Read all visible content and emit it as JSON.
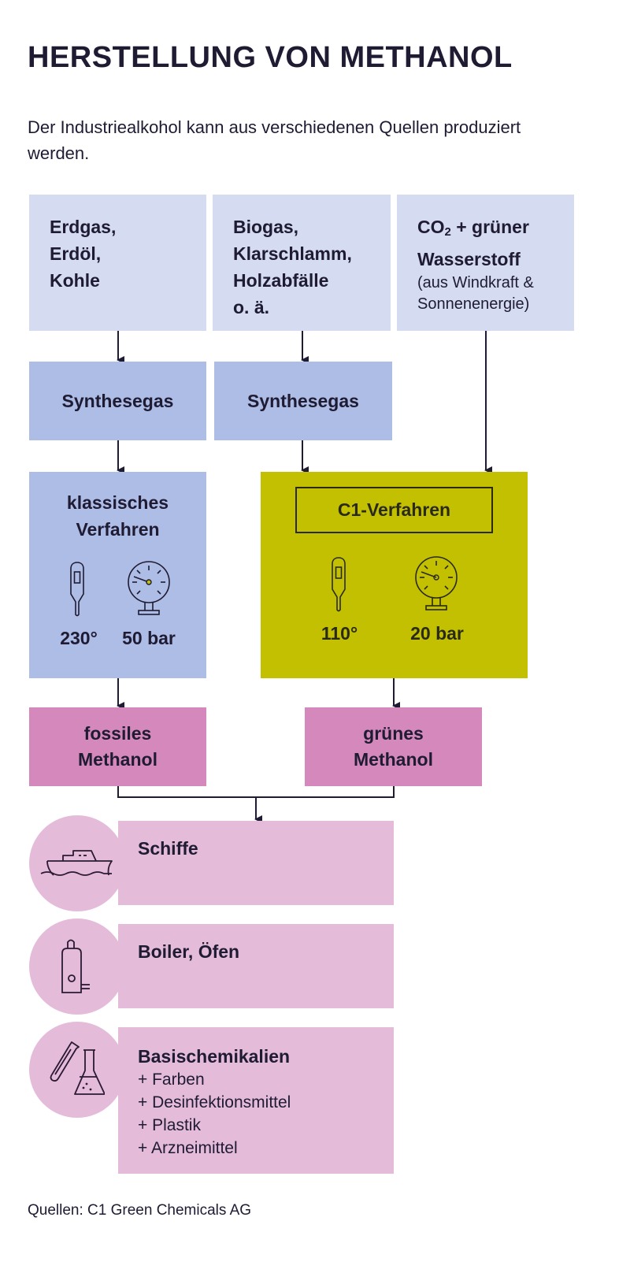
{
  "title": "HERSTELLUNG VON METHANOL",
  "intro": "Der Industriealkohol kann aus verschiedenen Quellen produziert werden.",
  "colors": {
    "source_box": "#d5dcf1",
    "synthesis_box": "#aebde6",
    "c1_process": "#c2c000",
    "methanol_box": "#d588bc",
    "use_box": "#e5bbda",
    "text": "#1e1b33"
  },
  "sources": [
    {
      "lines": [
        "Erdgas,",
        "Erdöl,",
        "Kohle"
      ]
    },
    {
      "lines": [
        "Biogas,",
        "Klarschlamm,",
        "Holzabfälle",
        "o. ä."
      ]
    },
    {
      "line1_prefix": "CO",
      "line1_sub": "2",
      "line1_suffix": " + grüner",
      "line2": "Wasserstoff",
      "note_lines": [
        "(aus Windkraft &",
        "Sonnenenergie)"
      ]
    }
  ],
  "synthesis": [
    {
      "label": "Synthesegas"
    },
    {
      "label": "Synthesegas"
    }
  ],
  "processes": {
    "classic": {
      "title_lines": [
        "klassisches",
        "Verfahren"
      ],
      "temperature": "230°",
      "pressure": "50 bar",
      "temperature_icon": "thermometer-icon",
      "pressure_icon": "pressure-gauge-icon"
    },
    "c1": {
      "title": "C1-Verfahren",
      "temperature": "110°",
      "pressure": "20 bar",
      "temperature_icon": "thermometer-icon",
      "pressure_icon": "pressure-gauge-icon"
    }
  },
  "products": [
    {
      "lines": [
        "fossiles",
        "Methanol"
      ]
    },
    {
      "lines": [
        "grünes",
        "Methanol"
      ]
    }
  ],
  "uses": [
    {
      "icon": "ship-icon",
      "title": "Schiffe",
      "items": []
    },
    {
      "icon": "boiler-icon",
      "title": "Boiler, Öfen",
      "items": []
    },
    {
      "icon": "lab-flask-icon",
      "title": "Basischemikalien",
      "items": [
        "+ Farben",
        "+ Desinfektionsmittel",
        "+ Plastik",
        "+ Arzneimittel"
      ]
    }
  ],
  "footer": "Quellen: C1 Green Chemicals AG"
}
